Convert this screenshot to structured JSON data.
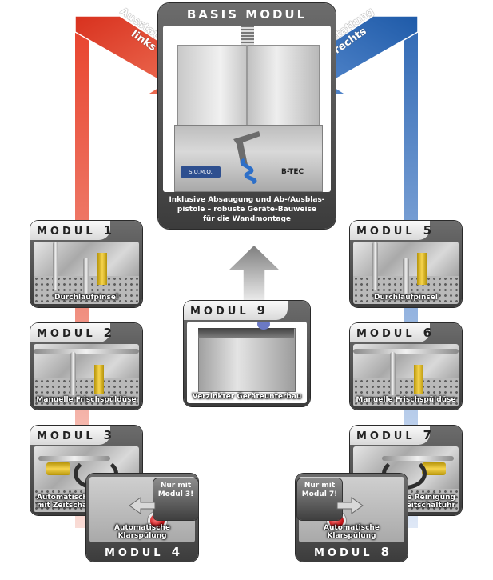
{
  "basis": {
    "title": "BASIS MODUL",
    "brand_left": "S.U.M.O.",
    "brand_right": "B-TEC",
    "caption_lines": [
      "Inklusive Absaugung und Ab-/Ausblas-",
      "pistole – robuste Geräte-Bauweise",
      "für die Wandmontage"
    ]
  },
  "arrows": {
    "left_label": [
      "Ausstattung",
      "links"
    ],
    "right_label": [
      "Ausstattung",
      "rechts"
    ],
    "colors": {
      "left": "#e0402a",
      "right": "#2f68b4",
      "center": "#8d8d8d"
    }
  },
  "modules": {
    "m1": {
      "word": "MODUL",
      "num": "1",
      "caption": "Durchlaufpinsel"
    },
    "m2": {
      "word": "MODUL",
      "num": "2",
      "caption": "Manuelle Frischspüldüse"
    },
    "m3": {
      "word": "MODUL",
      "num": "3",
      "caption": [
        "Automatische Reinigung",
        "mit Zeitschaltuhr"
      ]
    },
    "m4": {
      "word": "MODUL",
      "num": "4",
      "caption": "Automatische Klarspülung",
      "note": [
        "Nur mit",
        "Modul 3!"
      ]
    },
    "m5": {
      "word": "MODUL",
      "num": "5",
      "caption": "Durchlaufpinsel"
    },
    "m6": {
      "word": "MODUL",
      "num": "6",
      "caption": "Manuelle Frischspüldüse"
    },
    "m7": {
      "word": "MODUL",
      "num": "7",
      "caption": [
        "Automatische Reinigung",
        "mit Zeitschaltuhr"
      ]
    },
    "m8": {
      "word": "MODUL",
      "num": "8",
      "caption": "Automatische Klarspülung",
      "note": [
        "Nur mit",
        "Modul 7!"
      ]
    },
    "m9": {
      "word": "MODUL",
      "num": "9",
      "caption": "Verzinkter Geräteunterbau"
    }
  }
}
